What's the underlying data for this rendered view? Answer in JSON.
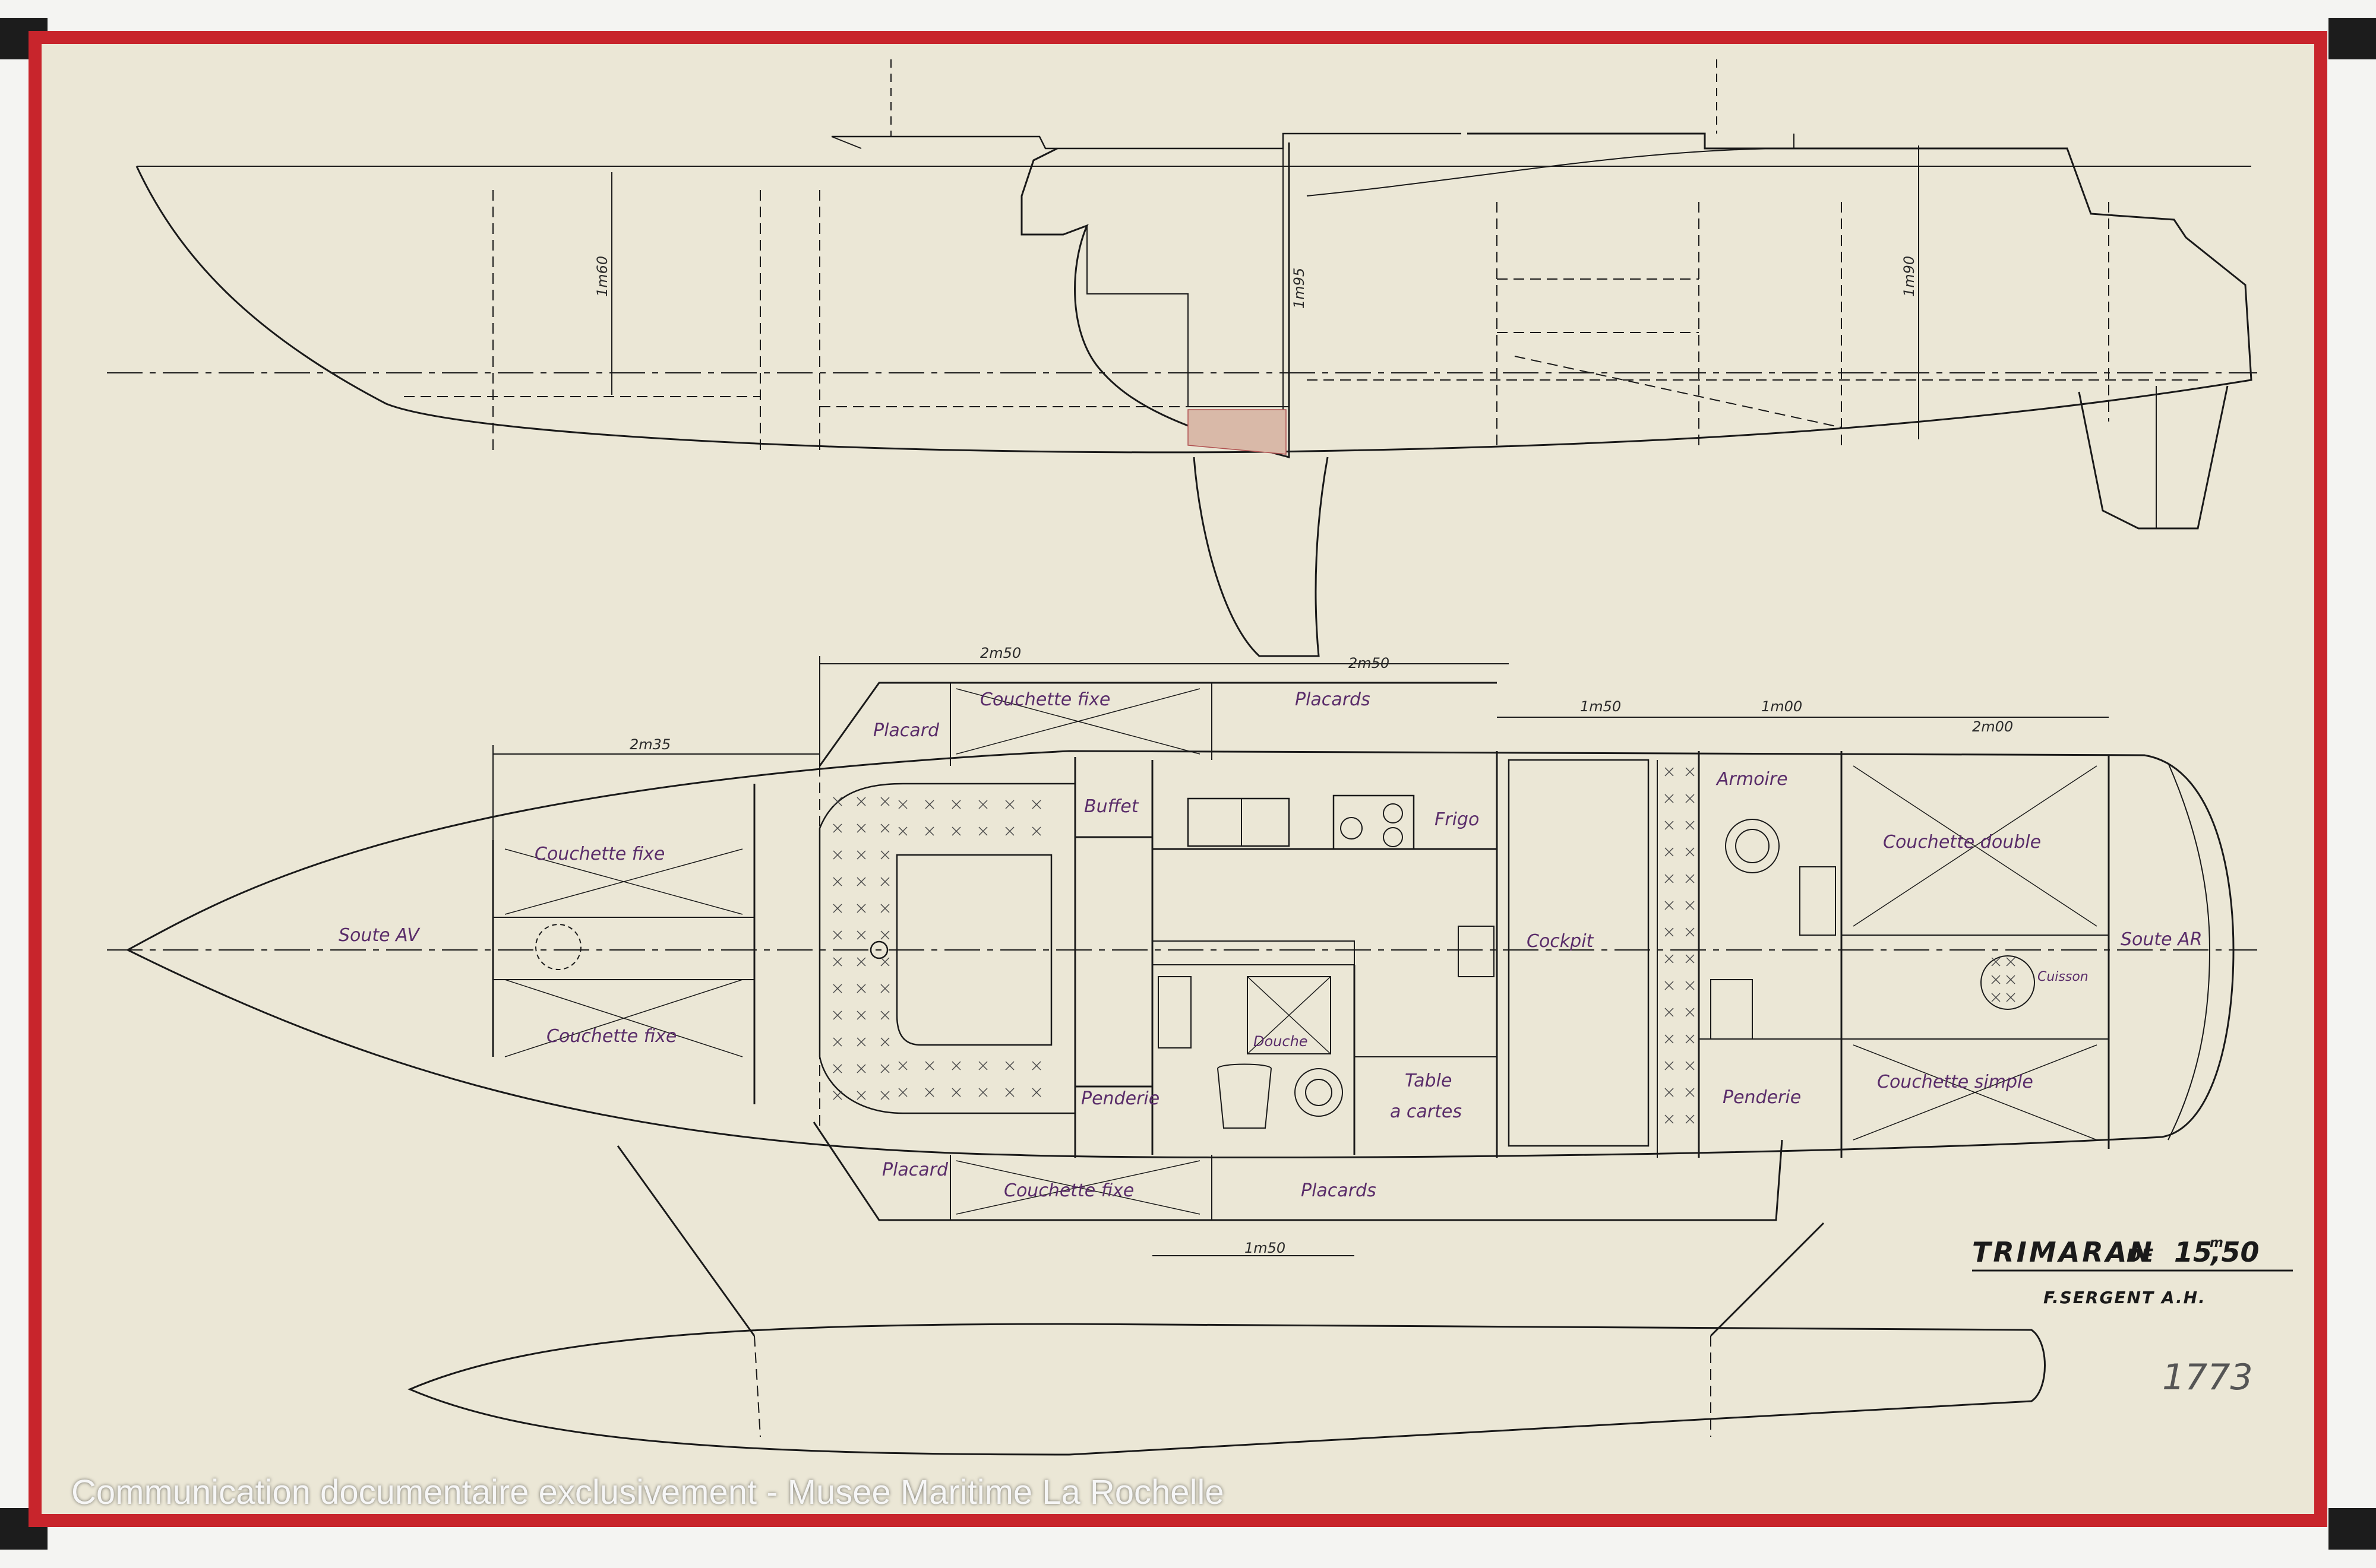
{
  "drawing": {
    "title_main": "TRIMARAN",
    "title_de": "DE",
    "title_size": "15",
    "title_size_sup": "m",
    "title_size_dec": ",50",
    "designer": "F.SERGENT A.H.",
    "plan_number": "1773"
  },
  "profile_dims": [
    {
      "id": "fwd",
      "text": "1m60"
    },
    {
      "id": "mid",
      "text": "1m95"
    },
    {
      "id": "aft",
      "text": "1m90"
    }
  ],
  "plan_dims": [
    {
      "id": "a",
      "text": "2m50"
    },
    {
      "id": "b",
      "text": "2m50"
    },
    {
      "id": "c",
      "text": "2m35"
    },
    {
      "id": "d",
      "text": "1m50"
    },
    {
      "id": "e",
      "text": "1m00"
    },
    {
      "id": "f",
      "text": "2m00"
    },
    {
      "id": "g",
      "text": "1m50"
    }
  ],
  "labels": {
    "placard_top": "Placard",
    "couchette_fixe_top": "Couchette fixe",
    "placards_top": "Placards",
    "buffet": "Buffet",
    "frigo": "Frigo",
    "armoire": "Armoire",
    "couchette_double": "Couchette double",
    "soute_av": "Soute AV",
    "couchette_fixe_fwd_1": "Couchette fixe",
    "couchette_fixe_fwd_2": "Couchette fixe",
    "cockpit": "Cockpit",
    "soute_ar": "Soute AR",
    "cuisson": "Cuisson",
    "douche": "Douche",
    "table_1": "Table",
    "table_2": "a cartes",
    "penderie_1": "Penderie",
    "penderie_2": "Penderie",
    "couchette_simple": "Couchette simple",
    "placard_bot": "Placard",
    "couchette_fixe_bot": "Couchette fixe",
    "placards_bot": "Placards"
  },
  "caption": "Communication documentaire exclusivement - Musee Maritime La Rochelle",
  "colors": {
    "border": "#c8252c",
    "paper": "#ebe7d6",
    "ink": "#1a1a1a",
    "pencil": "#5a2d6a"
  }
}
